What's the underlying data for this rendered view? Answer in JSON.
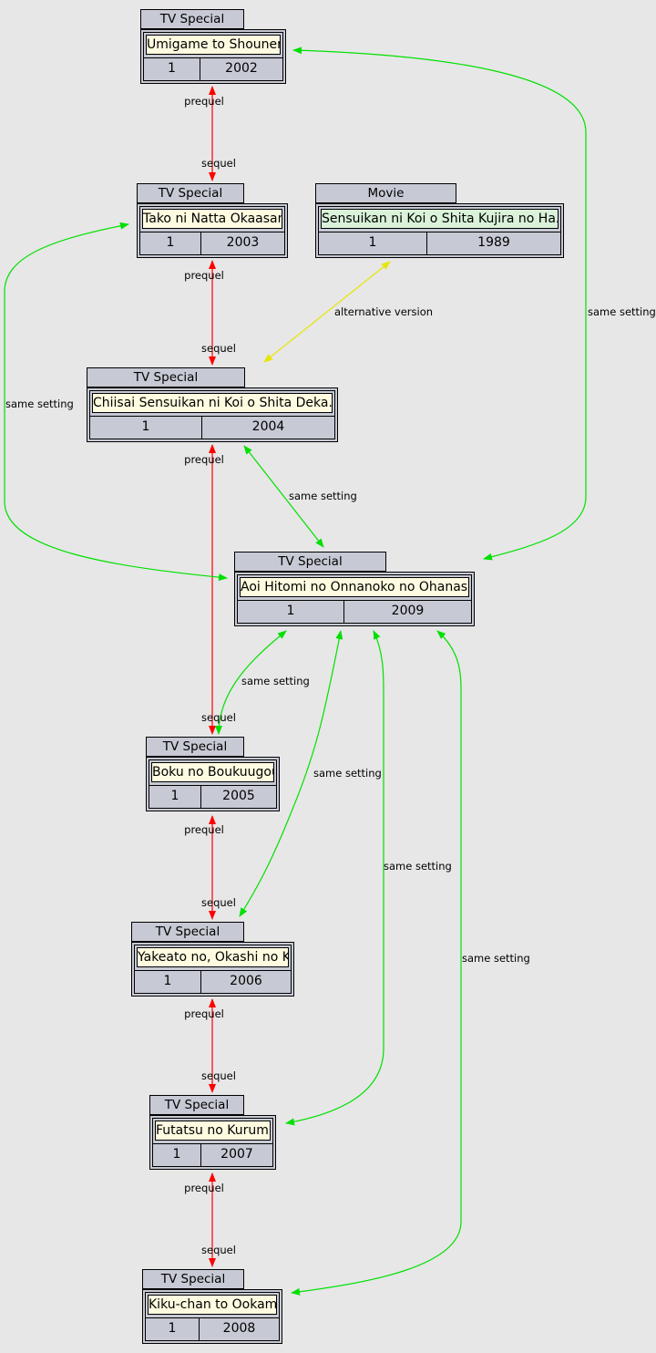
{
  "colors": {
    "sequel": "#ff0000",
    "same_setting": "#00e000",
    "alternative_version": "#e6e600",
    "node_header": "#c7cad4",
    "tv_title_bg": "#fffbe0",
    "movie_title_bg": "#d9f2d9"
  },
  "nodes": [
    {
      "id": "umigame",
      "type": "TV Special",
      "title": "Umigame to Shounen",
      "episodes": "1",
      "year": "2002"
    },
    {
      "id": "tako",
      "type": "TV Special",
      "title": "Tako ni Natta Okaasan",
      "episodes": "1",
      "year": "2003"
    },
    {
      "id": "sensuikan",
      "type": "Movie",
      "title": "Sensuikan ni Koi o Shita Kujira no Ha...",
      "episodes": "1",
      "year": "1989"
    },
    {
      "id": "chiisai",
      "type": "TV Special",
      "title": "Chiisai Sensuikan ni Koi o Shita Deka...",
      "episodes": "1",
      "year": "2004"
    },
    {
      "id": "aoi",
      "type": "TV Special",
      "title": "Aoi Hitomi no Onnanoko no Ohanashi",
      "episodes": "1",
      "year": "2009"
    },
    {
      "id": "boku",
      "type": "TV Special",
      "title": "Boku no Boukuugou",
      "episodes": "1",
      "year": "2005"
    },
    {
      "id": "yakeato",
      "type": "TV Special",
      "title": "Yakeato no, Okashi no Ki",
      "episodes": "1",
      "year": "2006"
    },
    {
      "id": "futatsu",
      "type": "TV Special",
      "title": "Futatsu no Kurumi",
      "episodes": "1",
      "year": "2007"
    },
    {
      "id": "kiku",
      "type": "TV Special",
      "title": "Kiku-chan to Ookami",
      "episodes": "1",
      "year": "2008"
    }
  ],
  "edges": [
    {
      "from": "umigame",
      "to": "tako",
      "kind": "sequel",
      "label_from": "prequel",
      "label_to": "sequel"
    },
    {
      "from": "tako",
      "to": "chiisai",
      "kind": "sequel",
      "label_from": "prequel",
      "label_to": "sequel"
    },
    {
      "from": "chiisai",
      "to": "boku",
      "kind": "sequel",
      "label_from": "prequel",
      "label_to": "sequel"
    },
    {
      "from": "boku",
      "to": "yakeato",
      "kind": "sequel",
      "label_from": "prequel",
      "label_to": "sequel"
    },
    {
      "from": "yakeato",
      "to": "futatsu",
      "kind": "sequel",
      "label_from": "prequel",
      "label_to": "sequel"
    },
    {
      "from": "futatsu",
      "to": "kiku",
      "kind": "sequel",
      "label_from": "prequel",
      "label_to": "sequel"
    },
    {
      "from": "sensuikan",
      "to": "chiisai",
      "kind": "alternative_version",
      "label": "alternative version"
    },
    {
      "from": "umigame",
      "to": "aoi",
      "kind": "same_setting",
      "label": "same setting"
    },
    {
      "from": "tako",
      "to": "aoi",
      "kind": "same_setting",
      "label": "same setting"
    },
    {
      "from": "chiisai",
      "to": "aoi",
      "kind": "same_setting",
      "label": "same setting"
    },
    {
      "from": "aoi",
      "to": "boku",
      "kind": "same_setting",
      "label": "same setting"
    },
    {
      "from": "aoi",
      "to": "yakeato",
      "kind": "same_setting",
      "label": "same setting"
    },
    {
      "from": "aoi",
      "to": "futatsu",
      "kind": "same_setting",
      "label": "same setting"
    },
    {
      "from": "aoi",
      "to": "kiku",
      "kind": "same_setting",
      "label": "same setting"
    }
  ]
}
